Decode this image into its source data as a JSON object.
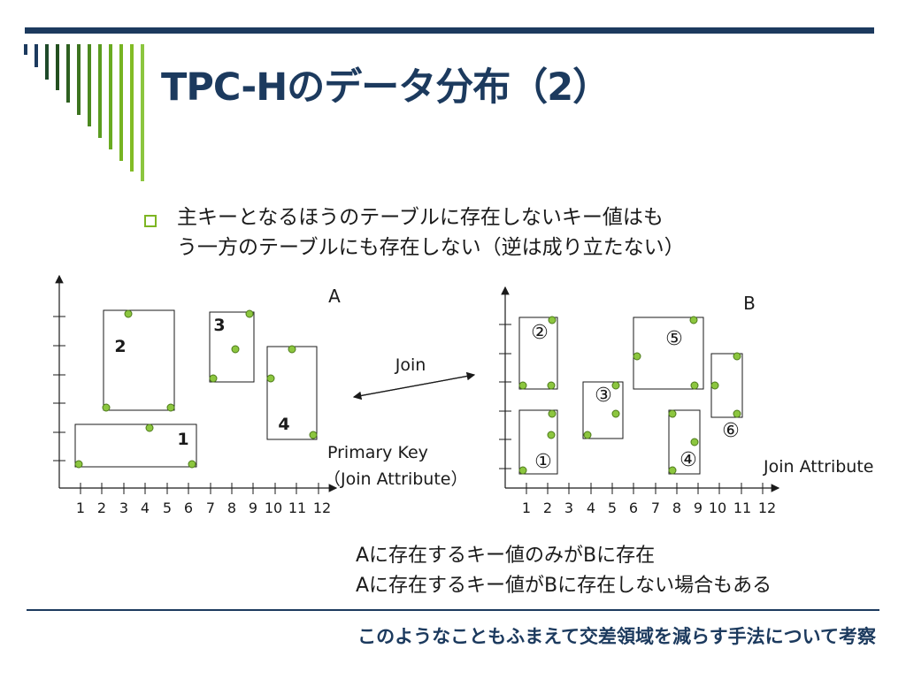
{
  "title": "TPC-Hのデータ分布（2）",
  "bullet": {
    "line1": "主キーとなるほうのテーブルに存在しないキー値はも",
    "line2": "う一方のテーブルにも存在しない（逆は成り立たない）"
  },
  "chart_a": {
    "label": "A",
    "x_ticks": [
      "1",
      "2",
      "3",
      "4",
      "5",
      "6",
      "7",
      "8",
      "9",
      "10",
      "11",
      "12"
    ],
    "axis_label_line1": "Primary Key",
    "axis_label_line2": "（Join Attribute）",
    "boxes": [
      "1",
      "2",
      "3",
      "4"
    ]
  },
  "join_label": "Join",
  "chart_b": {
    "label": "B",
    "x_ticks": [
      "1",
      "2",
      "3",
      "4",
      "5",
      "6",
      "7",
      "8",
      "9",
      "10",
      "11",
      "12"
    ],
    "axis_label": "Join Attribute",
    "boxes": [
      "①",
      "②",
      "③",
      "④",
      "⑤",
      "⑥"
    ]
  },
  "notes": {
    "line1": "Aに存在するキー値のみがBに存在",
    "line2": "Aに存在するキー値がBに存在しない場合もある"
  },
  "conclusion": "このようなこともふまえて交差領域を減らす手法について考察",
  "colors": {
    "accent": "#7db522",
    "navy": "#1c3a5e",
    "point": "#8cc63f"
  }
}
